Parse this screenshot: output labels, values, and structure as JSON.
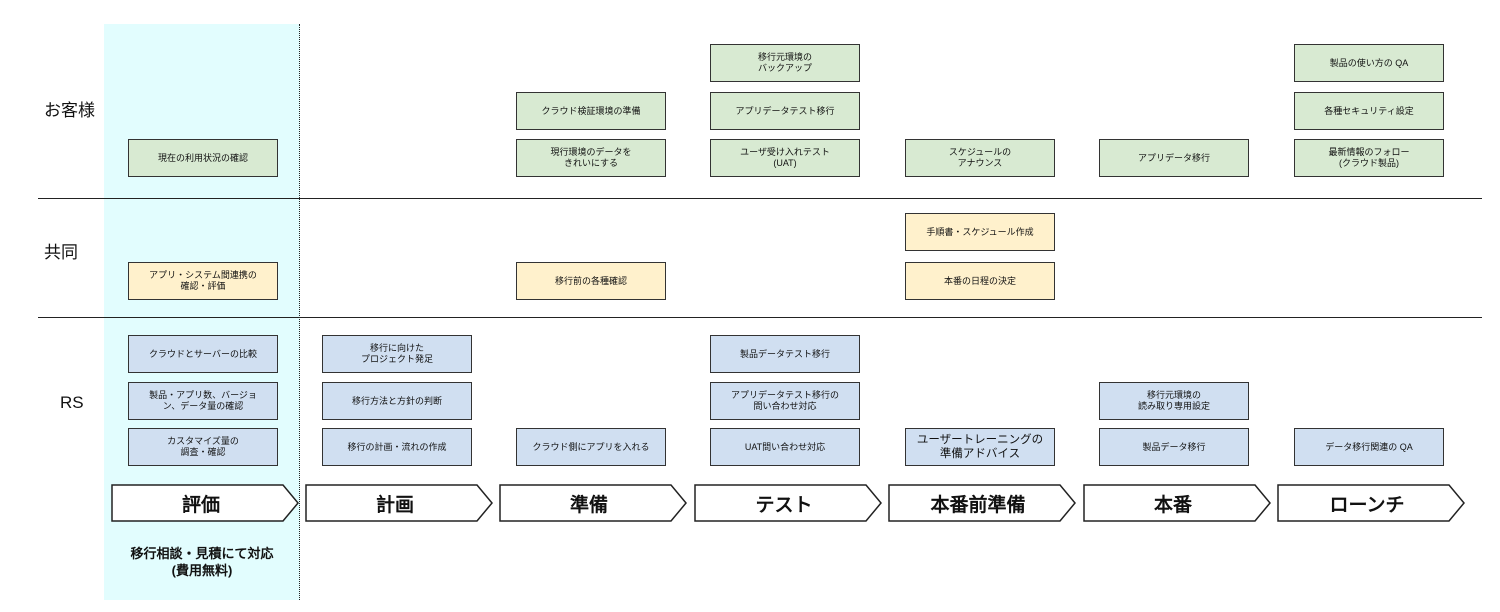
{
  "rows": {
    "customer": "お客様",
    "joint": "共同",
    "rs": "RS"
  },
  "phases": [
    "評価",
    "計画",
    "準備",
    "テスト",
    "本番前準備",
    "本番",
    "ローンチ"
  ],
  "customer_boxes": {
    "eval_usage": "現在の利用状況の確認",
    "prep_cloud_env": "クラウド検証環境の準備",
    "prep_data_clean": "現行環境のデータを\nきれいにする",
    "test_backup": "移行元環境の\nバックアップ",
    "test_app_data": "アプリデータテスト移行",
    "test_uat": "ユーザ受け入れテスト\n(UAT)",
    "preprod_announce": "スケジュールの\nアナウンス",
    "prod_app_data": "アプリデータ移行",
    "launch_qa": "製品の使い方の QA",
    "launch_security": "各種セキュリティ設定",
    "launch_follow": "最新情報のフォロー\n(クラウド製品)"
  },
  "joint_boxes": {
    "eval_integration": "アプリ・システム間連携の\n確認・評価",
    "prep_checks": "移行前の各種確認",
    "preprod_manual": "手順書・スケジュール作成",
    "preprod_date": "本番の日程の決定"
  },
  "rs_boxes": {
    "eval_compare": "クラウドとサーバーの比較",
    "eval_counts": "製品・アプリ数、バージョ\nン、データ量の確認",
    "eval_custom": "カスタマイズ量の\n調査・確認",
    "plan_kickoff": "移行に向けた\nプロジェクト発足",
    "plan_method": "移行方法と方針の判断",
    "plan_schedule": "移行の計画・流れの作成",
    "prep_apps": "クラウド側にアプリを入れる",
    "test_product_data": "製品データテスト移行",
    "test_app_inquiry": "アプリデータテスト移行の\n問い合わせ対応",
    "test_uat_inquiry": "UAT問い合わせ対応",
    "preprod_training": "ユーザートレーニングの\n準備アドバイス",
    "prod_readonly": "移行元環境の\n読み取り専用設定",
    "prod_product_data": "製品データ移行",
    "launch_qa": "データ移行関連の QA"
  },
  "note": "移行相談・見積にて対応\n(費用無料)",
  "colors": {
    "highlight": "#e2fdfe",
    "customer": "#d8ead2",
    "joint": "#fff1cc",
    "rs": "#d0dff1"
  }
}
